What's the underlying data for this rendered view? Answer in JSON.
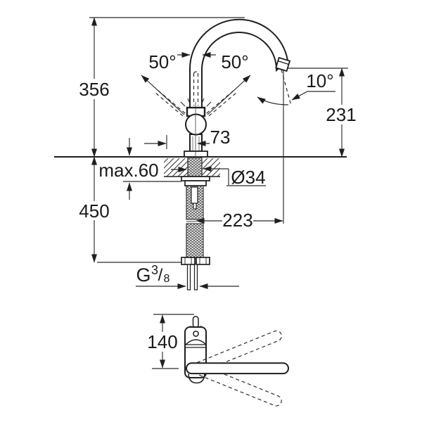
{
  "drawing": {
    "type": "technical-dimension-diagram",
    "subject": "single-lever kitchen faucet with high C-spout, front view and top view",
    "units": "mm",
    "labels": {
      "dim_height_above_deck": "356",
      "dim_height_below_deck": "450",
      "dim_lever_swivel_left": "50°",
      "dim_lever_swivel_right": "50°",
      "dim_spout_outlet_angle": "10°",
      "dim_outlet_height": "231",
      "dim_lever_offset": "73",
      "dim_max_deck_thickness": "max.60",
      "dim_hole_diameter": "Ø34",
      "dim_spout_reach": "223",
      "dim_top_view_depth": "140",
      "thread": {
        "prefix": "G",
        "numerator": "3",
        "slash": "/",
        "denominator": "8"
      }
    },
    "colors": {
      "background": "#ffffff",
      "line": "#1f1f1f",
      "dimension": "#2b2b2b",
      "text": "#1a1a1a"
    }
  }
}
